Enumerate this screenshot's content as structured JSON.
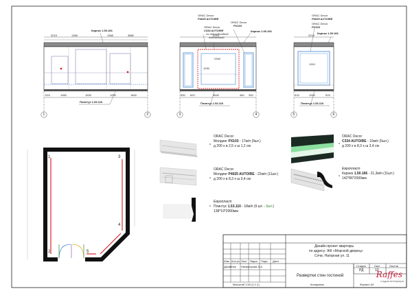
{
  "elevations": {
    "left": {
      "cornice_label": "Карниз 1.50.166",
      "plinth_label": "Плинтус 1.53.110",
      "axes": [
        "1",
        "2"
      ],
      "dims_top": [
        "3215",
        "1365",
        "1365",
        "3880"
      ],
      "dims_bottom": [
        "515",
        "1960",
        "1530",
        "1250",
        "1840"
      ]
    },
    "middle": {
      "brand1": "ORAC Decor",
      "prod1": "P4025 AUTOIRE",
      "brand2": "ORAC Decor",
      "prod2": "PX103",
      "brand3": "ORAC Decor",
      "prod3": "C334 AUTOIRE",
      "prod3_note1": "со светодиодной",
      "prod3_note2": "подсветкой",
      "cornice_label": "Карниз 1.50.166",
      "plinth_label": "Плинтус 1.53.110",
      "axes": [
        "3",
        "4"
      ],
      "dims_top": [
        "3215"
      ],
      "dims_bottom": [
        "500",
        "620",
        "3640",
        "460",
        "300"
      ],
      "dims_inner": [
        "2340",
        "1030"
      ]
    },
    "right": {
      "brand1": "ORAC Decor",
      "prod1": "P4025 AUTOIRE",
      "brand2": "ORAC Decor",
      "prod2": "PX103",
      "cornice_label": "Карниз 1.50.166",
      "plinth_label": "Плинтус 1.53.110",
      "axes": [
        "5",
        "6"
      ],
      "dims_top": [
        "2215"
      ],
      "dims_bottom": [
        "515",
        "1910",
        "515"
      ],
      "dims_inner": [
        "1910"
      ]
    }
  },
  "legend": {
    "px103": {
      "brand": "ORAC Decor",
      "line_prefix": "Молдинг",
      "code": "PX103",
      "qty": "- 17м/п (9шт.)",
      "size": "д 200 х в 2,5 х ш 1,2 см"
    },
    "c334": {
      "brand": "ORAC Decor",
      "code": "C334 AUTOIRE",
      "qty": "- 10м/п (5шт.)",
      "size": "д 200 х в 8,3 х ш 3,4 см"
    },
    "p4025": {
      "brand": "ORAC Decor",
      "line_prefix": "Молдинг",
      "code": "P4025 AUTOIRE",
      "qty": "- 22м/п (11шт.)",
      "size": "д 200 х в 8,3 х ш 3,4 см"
    },
    "cornice": {
      "brand": "Европласт",
      "line_prefix": "Карниз",
      "code": "1.50.166",
      "qty": "- 21,3м/п (11шт.)",
      "size": "142*86*2000мм"
    },
    "plinth": {
      "brand": "Европласт",
      "line_prefix": "Плинтус",
      "code": "1.53.110",
      "qty": "- 18м/п (9 шт. -",
      "qty_extra": "9шт.",
      "qty_close": ")",
      "size": "138*19*2000мм"
    }
  },
  "plan": {
    "wall_numbers": [
      "1",
      "2",
      "3",
      "4",
      "5"
    ]
  },
  "title_block": {
    "project_line1": "Дизайн-проект квартиры",
    "project_line2": "по адресу: ЖК «Морской дворец»",
    "project_line3": "Сочи, Нагорная ул. 11",
    "col_izm": "Изм.",
    "col_kol": "Кол.уч",
    "col_list": "Лист",
    "col_ndok": "№док.",
    "col_podp": "Подп.",
    "col_data": "Дата",
    "designer_role": "Дизайнер",
    "designer_name": "Никифорова А.А.",
    "stage_h": "Стадия",
    "sheet_h": "Лист",
    "sheets_h": "Листов",
    "stage_v": "РД",
    "sheet_v": "10",
    "sheet_title": "Развертки стен гостиной",
    "brand": "Raffes",
    "brand_sub": "студия интерьера",
    "scale": "Масштаб 1:50 (1:1.2)",
    "copied": "Копировал",
    "format": "Формат А3"
  },
  "colors": {
    "red": "#d8262c",
    "blue": "#3a7fd0",
    "green": "#2e8a2e",
    "brand": "#c81e3a",
    "line": "#222222"
  }
}
